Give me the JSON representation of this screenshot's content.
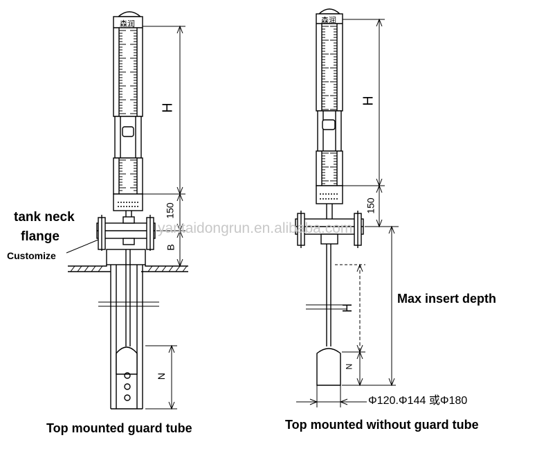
{
  "left_diagram": {
    "caption": "Top mounted guard tube",
    "label_flange_1": "tank neck",
    "label_flange_2": "flange",
    "label_customize": "Customize",
    "dim_h": "H",
    "dim_150": "150",
    "dim_b": "B",
    "dim_n": "N",
    "gauge_brand": "森润"
  },
  "right_diagram": {
    "caption": "Top mounted without guard tube",
    "dim_h": "H",
    "dim_150": "150",
    "dim_h_float": "H",
    "dim_n": "N",
    "max_insert_label": "Max insert depth",
    "diameter_label": "Φ120.Φ144 或Φ180",
    "gauge_brand": "森润"
  },
  "watermark": "yantaidongrun.en.alibaba.com"
}
